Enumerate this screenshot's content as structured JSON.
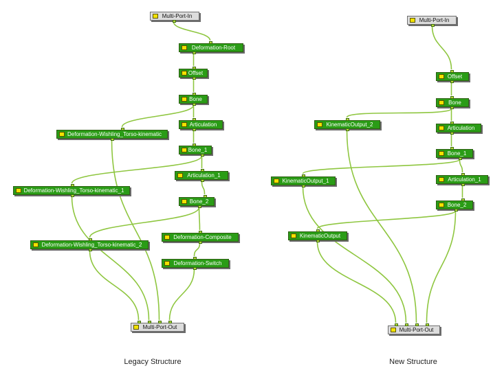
{
  "colors": {
    "node": "#2a9c16",
    "port_node": "#dcdcdc",
    "wire": "#8ec63f",
    "icon": "#f2e200"
  },
  "legacy": {
    "caption": "Legacy Structure",
    "nodes": {
      "mpi": "Multi-Port-In",
      "defroot": "Deformation-Root",
      "offset": "Offset",
      "bone": "Bone",
      "dwtk": "Deformation-Wishling_Torso-kinematic",
      "artic": "Articulation",
      "bone1": "Bone_1",
      "dwtk1": "Deformation-Wishling_Torso-kinematic_1",
      "artic1": "Articulation_1",
      "bone2": "Bone_2",
      "defcomp": "Deformation-Composite",
      "dwtk2": "Deformation-Wishling_Torso-kinematic_2",
      "defswitch": "Deformation-Switch",
      "mpo": "Multi-Port-Out"
    }
  },
  "new": {
    "caption": "New Structure",
    "nodes": {
      "mpi": "Multi-Port-In",
      "offset": "Offset",
      "bone": "Bone",
      "ko2": "KinematicOutput_2",
      "artic": "Articulation",
      "bone1": "Bone_1",
      "ko1": "KinematicOutput_1",
      "artic1": "Articulation_1",
      "bone2": "Bone_2",
      "ko": "KinematicOutput",
      "mpo": "Multi-Port-Out"
    }
  }
}
